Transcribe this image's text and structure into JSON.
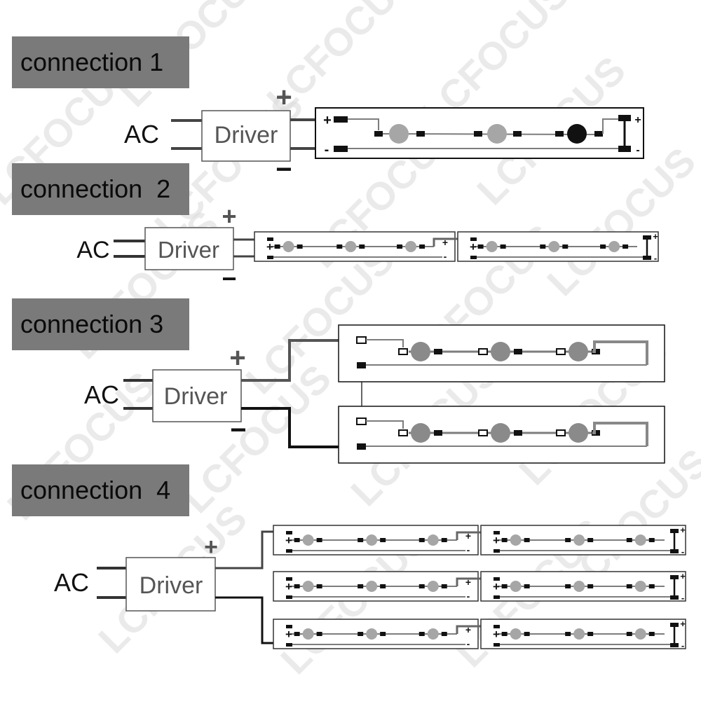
{
  "watermark": "LCFOCUS",
  "connections": [
    {
      "label": "connection 1",
      "ac": "AC",
      "driver": "Driver",
      "plus": "+",
      "minus": "−"
    },
    {
      "label": "connection  2",
      "ac": "AC",
      "driver": "Driver",
      "plus": "+",
      "minus": "−"
    },
    {
      "label": "connection 3",
      "ac": "AC",
      "driver": "Driver",
      "plus": "+",
      "minus": "−"
    },
    {
      "label": "connection  4",
      "ac": "AC",
      "driver": "Driver",
      "plus": "+",
      "minus": ""
    }
  ],
  "pad_signs": {
    "plus": "+",
    "minus": "-"
  },
  "colors": {
    "label_bg": "#7a7a7a",
    "led": "#a6a6a6",
    "led_dark": "#111111",
    "led_mid": "#8a8a8a",
    "pad": "#111111",
    "wire": "#222222",
    "trace": "#7d7d7d",
    "watermark": "#d9d9d9"
  }
}
